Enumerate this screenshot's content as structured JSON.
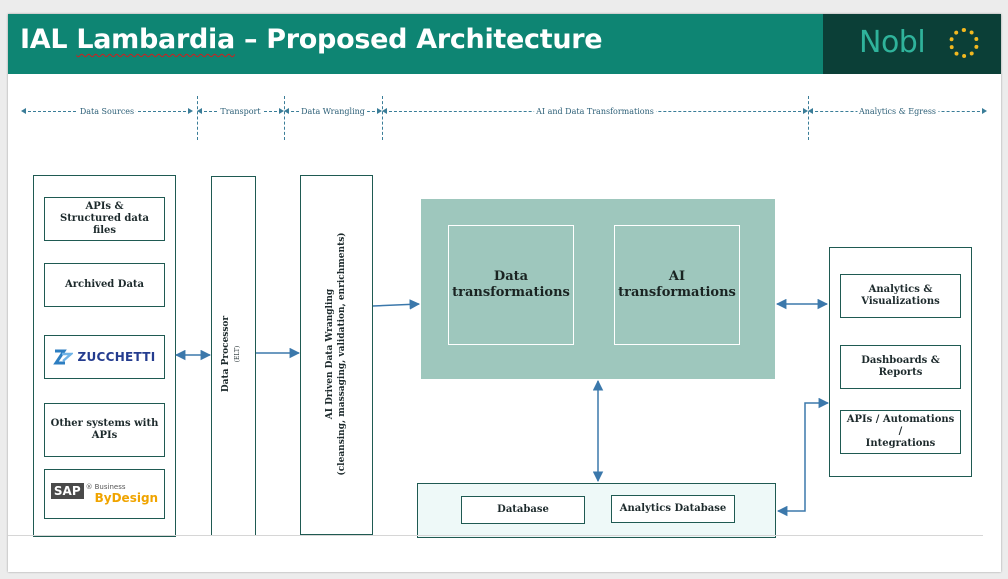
{
  "title": {
    "before": "IAL ",
    "underlined": "Lambardia",
    "after": " – Proposed Architecture"
  },
  "logo": {
    "text": "Nobl",
    "icon": "q-ring-logo-icon",
    "color": "#2fb39b",
    "accent": "#f2b81f"
  },
  "phases": [
    "Data Sources",
    "Transport",
    "Data Wrangling",
    "AI and Data Transformations",
    "Analytics & Egress"
  ],
  "sources": [
    "APIs &\nStructured data files",
    "Archived Data",
    "ZUCCHETTI",
    "Other systems with\nAPIs",
    "SAP Business ByDesign"
  ],
  "sap": {
    "sap": "SAP",
    "reg": "®",
    "business": "Business",
    "bydesign": "ByDesign"
  },
  "transport": {
    "title": "Data Processor",
    "subtitle": "(ELT)"
  },
  "wrangling": {
    "line1": "AI Driven Data Wrangling",
    "line2": "(cleansing, massaging, validation, enrichments)"
  },
  "transformations": [
    "Data\ntransformations",
    "AI\ntransformations"
  ],
  "databases": [
    "Database",
    "Analytics Database"
  ],
  "egress": [
    "Analytics &\nVisualizations",
    "Dashboards & Reports",
    "APIs / Automations /\nIntegrations"
  ],
  "colors": {
    "title_bar": "#0e8573",
    "logo_bg": "#0b3f37",
    "arrow": "#3b78ab",
    "ai_block": "#9ec7bd",
    "db_block": "#eef9f8"
  }
}
